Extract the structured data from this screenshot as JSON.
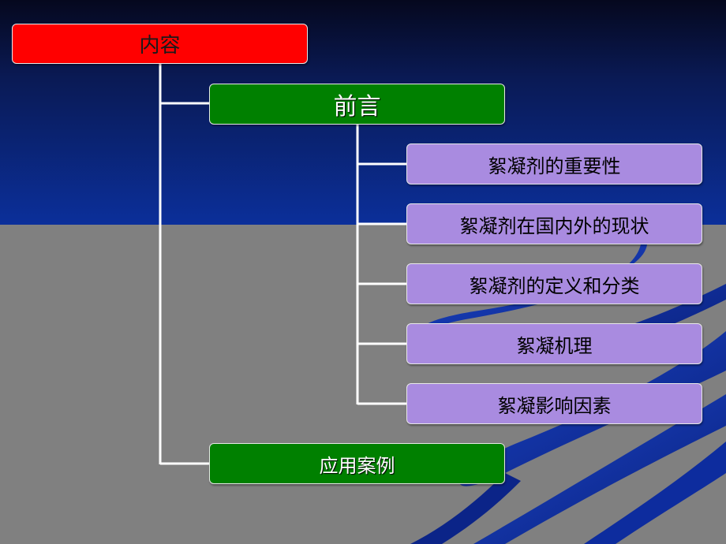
{
  "root": {
    "label": "内容"
  },
  "level1": [
    {
      "label": "前言"
    },
    {
      "label": "应用案例"
    }
  ],
  "intro_children": [
    {
      "label": "絮凝剂的重要性"
    },
    {
      "label": "絮凝剂在国内外的现状"
    },
    {
      "label": "絮凝剂的定义和分类"
    },
    {
      "label": "絮凝机理"
    },
    {
      "label": "絮凝影响因素"
    }
  ],
  "colors": {
    "root_fill": "#ff0000",
    "level1_fill": "#008000",
    "level2_fill": "#a98be0",
    "connector": "#ffffff",
    "top_background": "#0b2f9a",
    "bottom_background": "#808080",
    "ribbon": "#0a2a9a"
  }
}
